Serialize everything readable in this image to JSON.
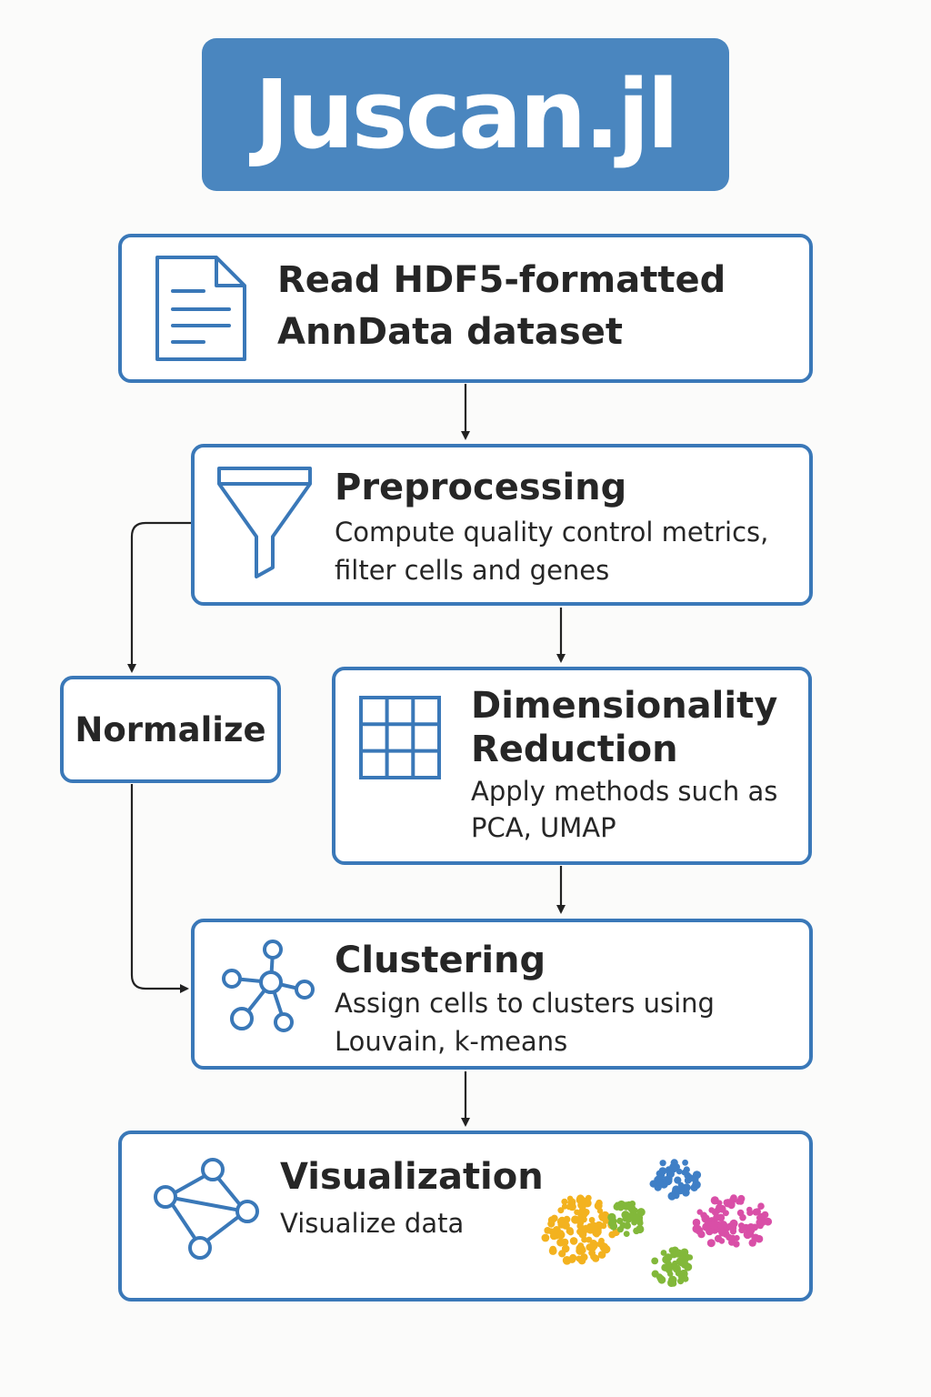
{
  "title": "Juscan.jl",
  "steps": {
    "read": {
      "line1": "Read HDF5-formatted",
      "line2": "AnnData dataset",
      "icon": "document-icon"
    },
    "preprocessing": {
      "title": "Preprocessing",
      "desc1": "Compute quality control metrics,",
      "desc2": "filter cells and genes",
      "icon": "funnel-icon"
    },
    "normalize": {
      "title": "Normalize"
    },
    "dimred": {
      "title1": "Dimensionality",
      "title2": "Reduction",
      "desc1": "Apply methods such as",
      "desc2": "PCA, UMAP",
      "icon": "grid-icon"
    },
    "clustering": {
      "title": "Clustering",
      "desc1": "Assign cells to clusters using",
      "desc2": "Louvain, k-means",
      "icon": "network-icon"
    },
    "visualization": {
      "title": "Visualization",
      "desc": "Visualize data",
      "icon": "graph-icon"
    }
  },
  "colors": {
    "accent": "#3a78b8",
    "banner": "#4a86bf",
    "arrow": "#222222",
    "clusters": [
      "#3f7fc6",
      "#d94fa7",
      "#f3b21f",
      "#82b83a",
      "#82b83a"
    ]
  }
}
